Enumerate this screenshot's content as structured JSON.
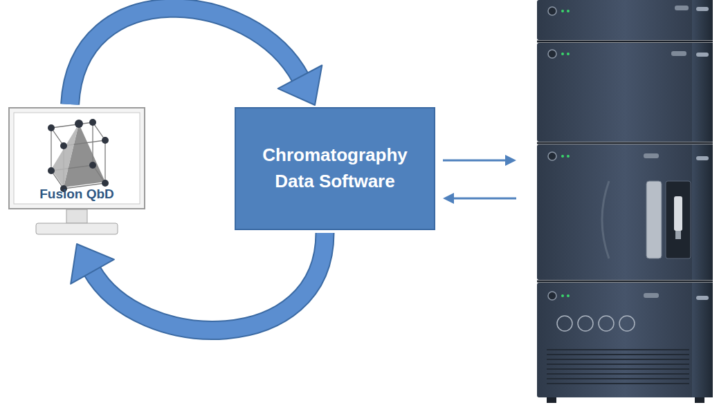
{
  "diagram": {
    "nodes": [
      {
        "text": [
          "Fusion QbD"
        ]
      },
      {
        "text": [
          "Chromatography Data Software"
        ]
      }
    ],
    "edges": [
      {
        "from": 0,
        "to": 1,
        "arrow": "to"
      },
      {
        "from": 1,
        "to": 0,
        "arrow": "to"
      }
    ]
  }
}
